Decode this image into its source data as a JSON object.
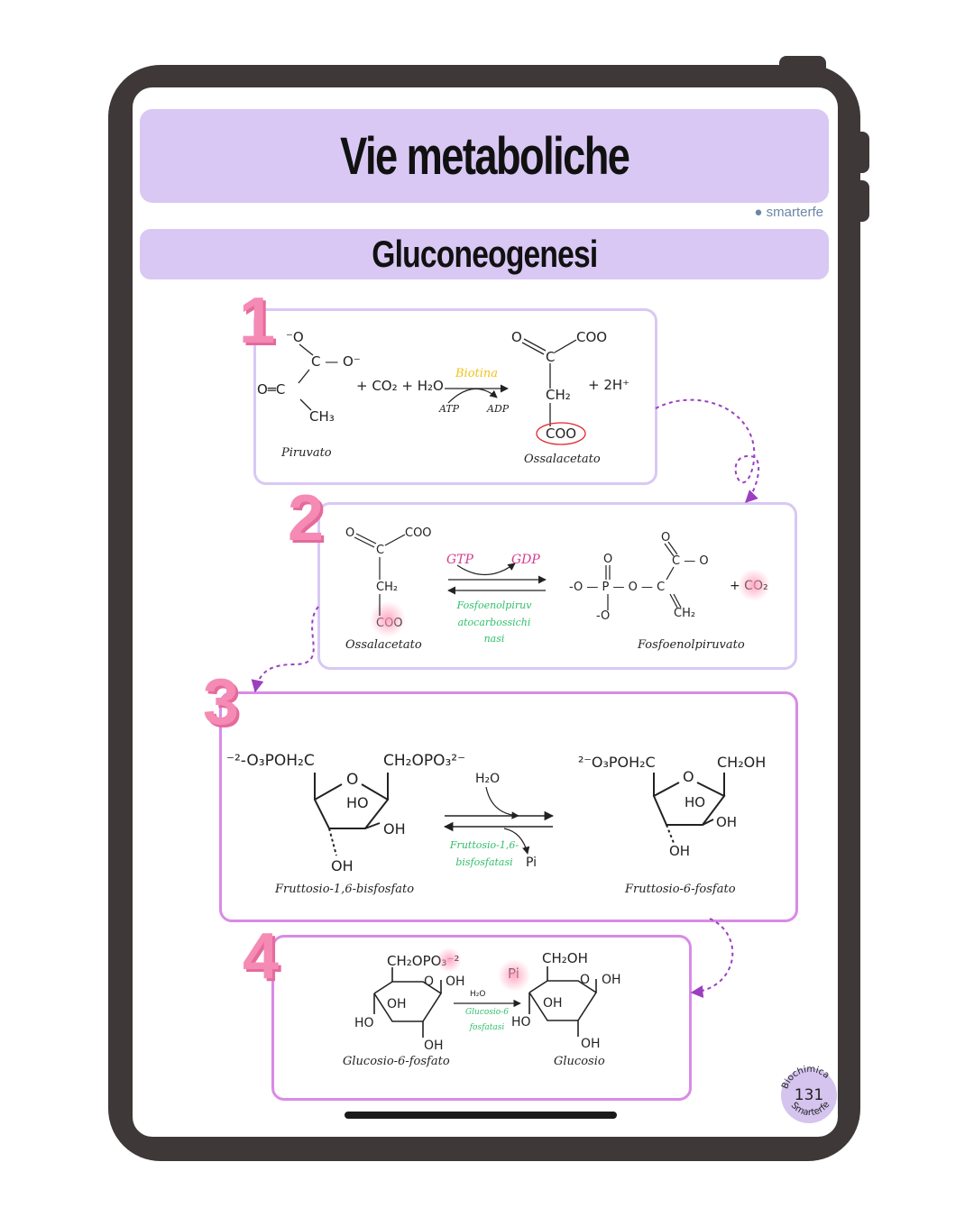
{
  "header": {
    "title": "Vie metaboliche",
    "brand": "smarterfe",
    "subtitle": "Gluconeogenesi"
  },
  "steps": [
    {
      "number": "1",
      "reactant": "Piruvato",
      "product": "Ossalacetato",
      "reagents": "+ CO₂ + H₂O",
      "products_extra": "+ 2H⁺",
      "cofactor": "Biotina",
      "energy_in": "ATP",
      "energy_out": "ADP",
      "colors": {
        "co2": "#e0282e",
        "cofactor": "#f2c21b"
      }
    },
    {
      "number": "2",
      "reactant": "Ossalacetato",
      "product": "Fosfoenolpiruvato",
      "energy_in": "GTP",
      "energy_out": "GDP",
      "enzyme_lines": [
        "Fosfoenolpiruv",
        "atocarbossichi",
        "nasi"
      ],
      "products_extra": "+ CO₂",
      "colors": {
        "energy": "#d63c8e"
      }
    },
    {
      "number": "3",
      "reactant": "Fruttosio-1,6-bisfosfato",
      "product": "Fruttosio-6-fosfato",
      "water": "H₂O",
      "released": "Pi",
      "enzyme_lines": [
        "Fruttosio-1,6-",
        "bisfosfatasi"
      ]
    },
    {
      "number": "4",
      "reactant": "Glucosio-6-fosfato",
      "product": "Glucosio",
      "water": "H₂O",
      "released": "Pi",
      "enzyme_lines": [
        "Glucosio-6",
        "fosfatasi"
      ]
    }
  ],
  "footer": {
    "badge_top": "Biochimica",
    "badge_number": "131",
    "badge_bottom": "Smarterfe"
  },
  "colors": {
    "tablet": "#3e3838",
    "band": "#d9c8f4",
    "accent_pink": "#f58ab4",
    "box3_border": "#d98be6",
    "dash": "#9b3fc0",
    "enzyme": "#2fbf6a"
  }
}
